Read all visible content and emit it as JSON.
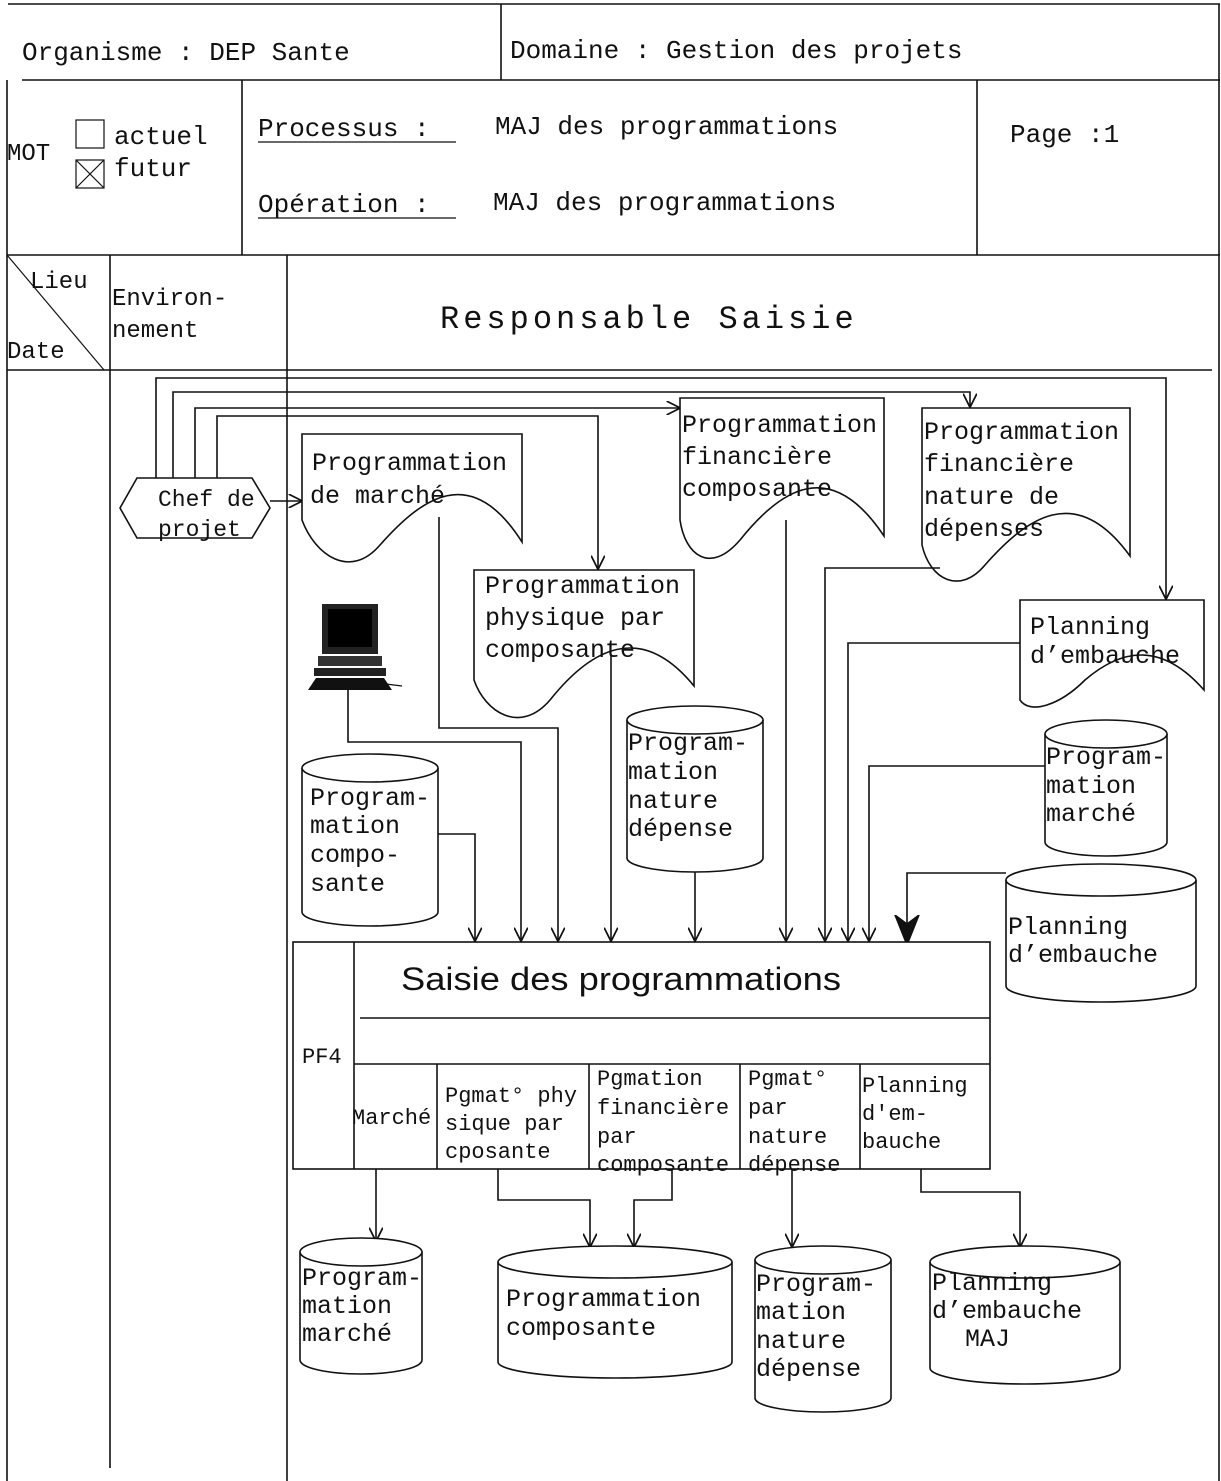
{
  "header": {
    "organisme_label": "Organisme",
    "organisme_value": "DEP Sante",
    "domaine_label": "Domaine",
    "domaine_value": "Gestion des projets",
    "mot_label": "MOT",
    "option_actuel": "actuel",
    "option_futur": "futur",
    "processus_label": "Processus :",
    "processus_value": "MAJ des programmations",
    "operation_label": "Opération :",
    "operation_value": "MAJ des programmations",
    "page_label": "Page :1"
  },
  "columns": {
    "lieu": "Lieu",
    "date": "Date",
    "environnement": [
      "Environ-",
      "nement"
    ],
    "responsable": "Responsable Saisie"
  },
  "actor": [
    "Chef de",
    "projet"
  ],
  "documents": {
    "prog_marche": [
      "Programmation",
      "de marché"
    ],
    "prog_physique": [
      "Programmation",
      "physique par",
      "composante"
    ],
    "prog_fin_composante": [
      "Programmation",
      "financière",
      "composante"
    ],
    "prog_fin_nature": [
      "Programmation",
      "financière",
      "nature de",
      "dépenses"
    ],
    "planning": [
      "Planning",
      "d’embauche"
    ]
  },
  "input_stores": {
    "prog_composante": [
      "Program-",
      "mation",
      "compo-",
      "sante"
    ],
    "prog_nature": [
      "Program-",
      "mation",
      "nature",
      "dépense"
    ],
    "prog_marche": [
      "Program-",
      "mation",
      "marché"
    ],
    "planning": [
      "Planning",
      "d’embauche"
    ]
  },
  "operation_box": {
    "code": "PF4",
    "title": "Saisie des programmations",
    "cells": [
      [
        "Marché"
      ],
      [
        "Pgmat° phy",
        "sique par",
        "cposante"
      ],
      [
        "Pgmation",
        "financière",
        "par",
        "composante"
      ],
      [
        "Pgmat°",
        "par",
        "nature",
        "dépense"
      ],
      [
        "Planning",
        "d'em-",
        "bauche"
      ]
    ]
  },
  "output_stores": {
    "prog_marche": [
      "Program-",
      "mation",
      "marché"
    ],
    "prog_composante": [
      "Programmation",
      "composante"
    ],
    "prog_nature": [
      "Program-",
      "mation",
      "nature",
      "dépense"
    ],
    "planning_maj": [
      "Planning",
      "d’embauche",
      "MAJ"
    ]
  },
  "colors": {
    "ink": "#111111",
    "paper": "#ffffff"
  }
}
